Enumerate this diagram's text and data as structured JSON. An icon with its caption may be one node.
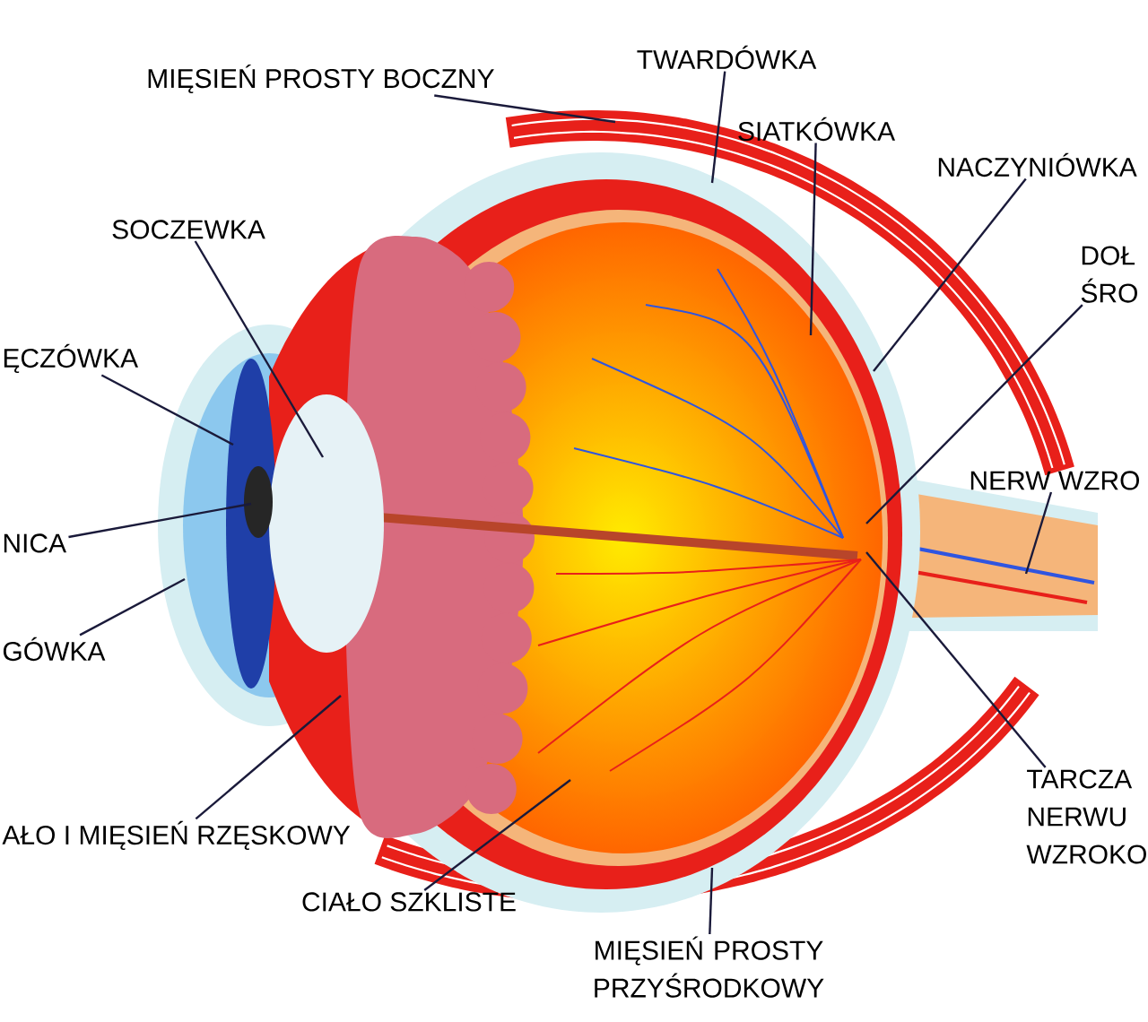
{
  "diagram": {
    "nodes": [
      {
        "text": [
          "MIĘSIEŃ PROSTY BOCZNY"
        ]
      },
      {
        "text": [
          "TWARDÓWKA"
        ]
      },
      {
        "text": [
          "SIATKÓWKA"
        ]
      },
      {
        "text": [
          "NACZYNIÓWKA"
        ]
      },
      {
        "text": [
          "DOŁ ŚRO"
        ]
      },
      {
        "text": [
          "SOCZEWKA"
        ]
      },
      {
        "text": [
          "ĘCZÓWKA"
        ]
      },
      {
        "text": [
          "NICA"
        ]
      },
      {
        "text": [
          "GÓWKA"
        ]
      },
      {
        "text": [
          "AŁO I MIĘSIEŃ RZĘSKOWY"
        ]
      },
      {
        "text": [
          "CIAŁO SZKLISTE"
        ]
      },
      {
        "text": [
          "MIĘSIEŃ PROSTY PRZYŚRODKOWY"
        ]
      },
      {
        "text": [
          "NERW WZRO"
        ]
      },
      {
        "text": [
          "TARCZA NERWU WZROKO"
        ]
      }
    ],
    "edges": [
      {
        "from": 0,
        "to": null,
        "arrow": "none"
      },
      {
        "from": 1,
        "to": null,
        "arrow": "none"
      },
      {
        "from": 2,
        "to": null,
        "arrow": "none"
      },
      {
        "from": 3,
        "to": null,
        "arrow": "none"
      },
      {
        "from": 4,
        "to": null,
        "arrow": "none"
      },
      {
        "from": 5,
        "to": null,
        "arrow": "none"
      },
      {
        "from": 6,
        "to": null,
        "arrow": "none"
      },
      {
        "from": 7,
        "to": null,
        "arrow": "none"
      },
      {
        "from": 8,
        "to": null,
        "arrow": "none"
      },
      {
        "from": 9,
        "to": null,
        "arrow": "none"
      },
      {
        "from": 10,
        "to": null,
        "arrow": "none"
      },
      {
        "from": 11,
        "to": null,
        "arrow": "none"
      },
      {
        "from": 12,
        "to": null,
        "arrow": "none"
      },
      {
        "from": 13,
        "to": null,
        "arrow": "none"
      }
    ]
  }
}
